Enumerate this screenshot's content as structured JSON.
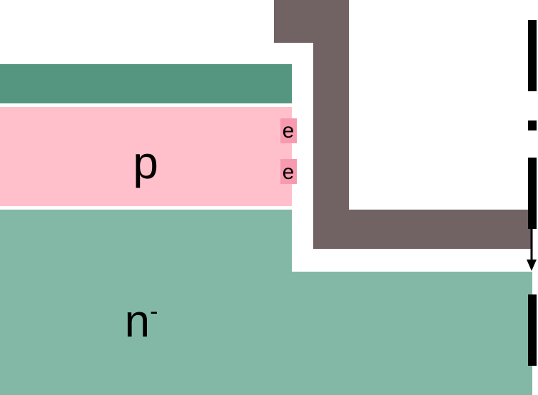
{
  "colors": {
    "background": "#ffffff",
    "top_contact_layer": "#559680",
    "p_region": "#ffc0cb",
    "n_region": "#83b8a6",
    "gate": "#716264",
    "electron_highlight": "#f79ab0",
    "dashed_marker": "#000000",
    "text": "#000000"
  },
  "regions": {
    "p": {
      "label": "p"
    },
    "n": {
      "label": "n",
      "superscript": "-"
    }
  },
  "electrons": [
    {
      "symbol": "e"
    },
    {
      "symbol": "e"
    }
  ]
}
